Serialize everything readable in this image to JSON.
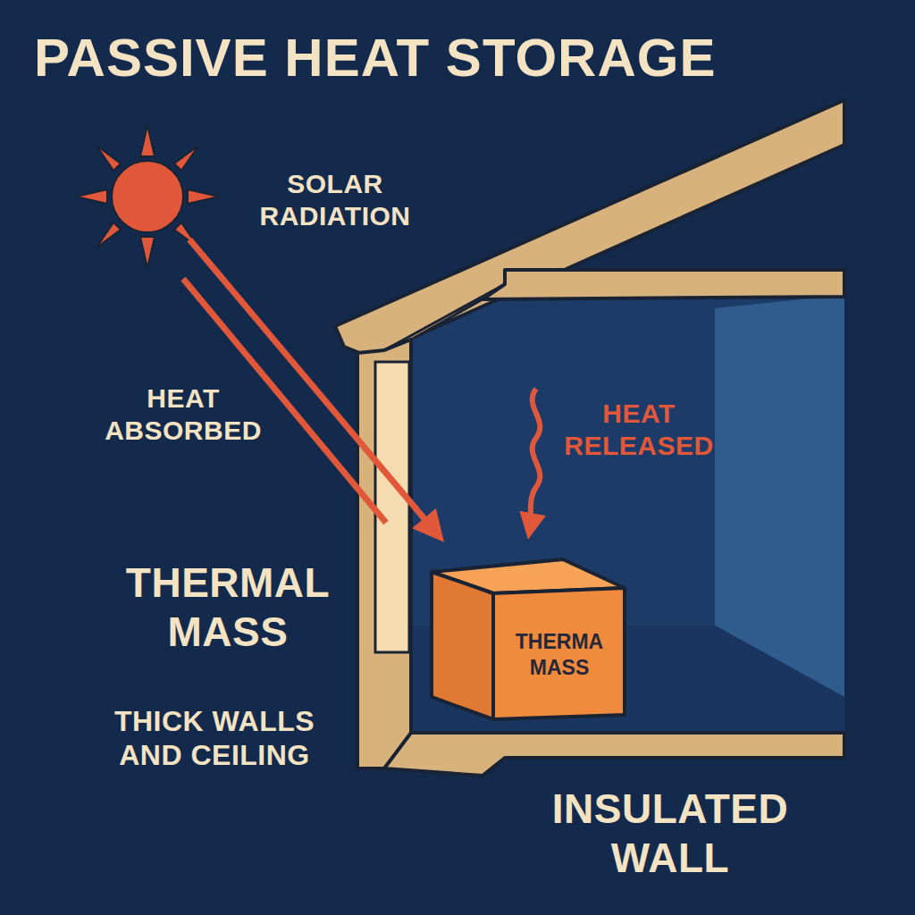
{
  "diagram": {
    "title": "PASSIVE HEAT STORAGE",
    "nodes": [
      {
        "text": [
          "THERMA MASS"
        ]
      }
    ],
    "labels": [
      "SOLAR RADIATION",
      "HEAT ABSORBED",
      "HEAT RELEASED",
      "THERMAL MASS",
      "THICK WALLS AND CEILING",
      "INSULATED WALL"
    ]
  }
}
